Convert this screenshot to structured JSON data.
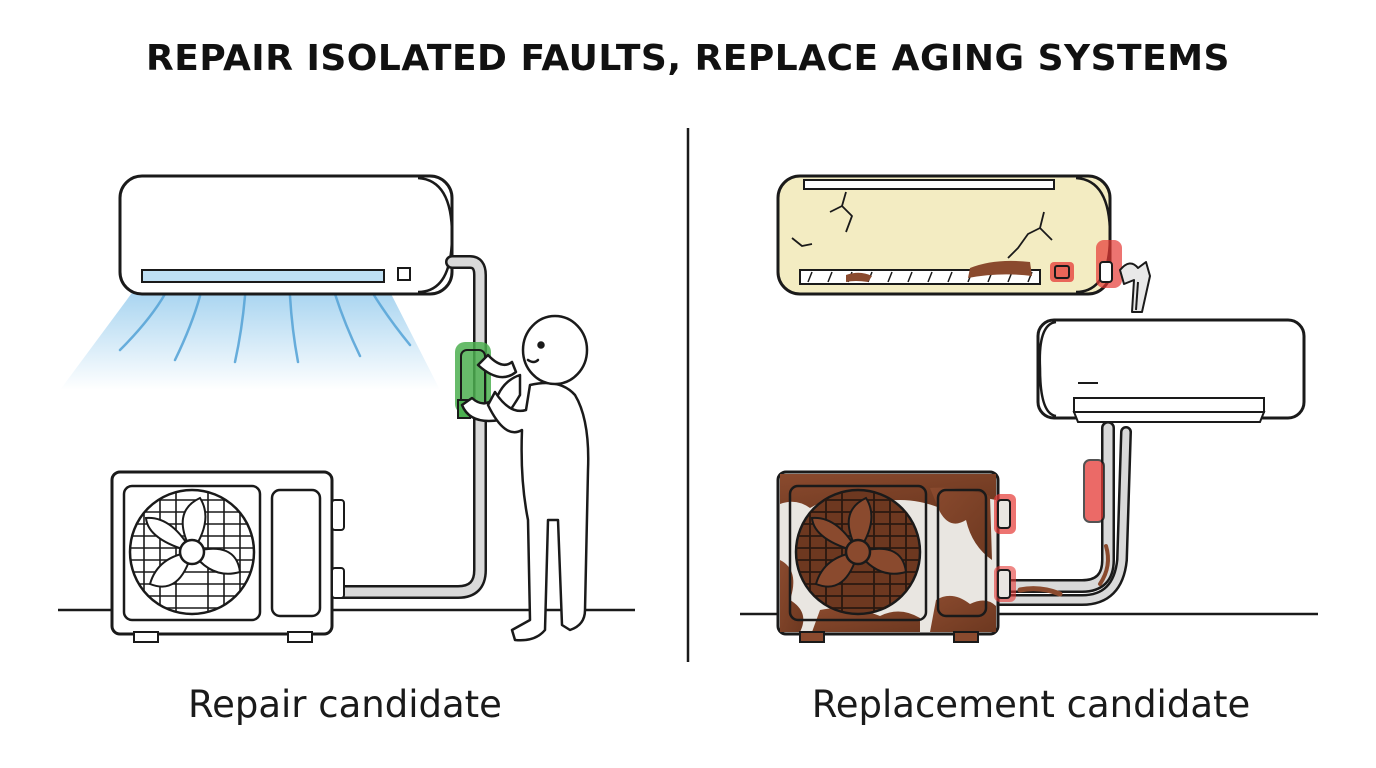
{
  "title": "REPAIR ISOLATED FAULTS, REPLACE AGING SYSTEMS",
  "left_panel": {
    "caption": "Repair candidate"
  },
  "right_panel": {
    "caption": "Replacement candidate"
  },
  "colors": {
    "ink": "#1a1a1a",
    "airflow": "#8fc8ec",
    "repair_highlight": "#4caf50",
    "fault_highlight": "#e53935",
    "aged_unit": "#f3ecc2",
    "rust": "#8a4a2e"
  },
  "icons": {
    "indoor_unit": "indoor-ac-unit-icon",
    "outdoor_unit": "outdoor-condenser-icon",
    "technician": "technician-figure-icon"
  }
}
